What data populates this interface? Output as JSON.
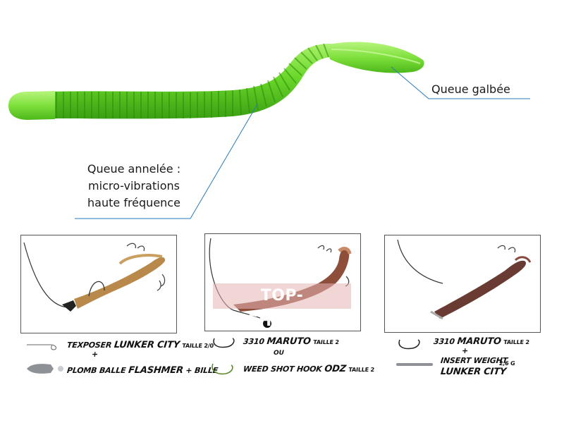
{
  "callouts": {
    "tail_shaped": "Queue galbée",
    "ringed_tail_line1": "Queue annelée :",
    "ringed_tail_line2": "micro-vibrations",
    "ringed_tail_line3": "haute fréquence"
  },
  "watermark": "TOP-FISHING.FR",
  "rigs": [
    {
      "items": [
        {
          "icon": "hook-icon",
          "text": "TEXPOSER",
          "emph": "LUNKER CITY",
          "size": "TAILLE 2/0"
        },
        {
          "text": "+"
        },
        {
          "icon": "bullet-weight-icon",
          "text": "PLOMB BALLE",
          "emph": "FLASHMER",
          "extra": "+ BILLE"
        }
      ]
    },
    {
      "items": [
        {
          "icon": "hook-icon",
          "text": "3310",
          "emph": "MARUTO",
          "size": "TAILLE 2"
        },
        {
          "text": "OU"
        },
        {
          "icon": "weedless-hook-icon",
          "text": "WEED SHOT HOOK",
          "emph": "ODZ",
          "size": "TAILLE 2"
        }
      ]
    },
    {
      "items": [
        {
          "icon": "hook-icon",
          "text": "3310",
          "emph": "MARUTO",
          "size": "TAILLE 2"
        },
        {
          "text": "+"
        },
        {
          "icon": "insert-weight-icon",
          "text": "INSERT WEIGHT",
          "weight": "2,6 G"
        },
        {
          "text": "LUNKER CITY"
        }
      ]
    }
  ],
  "colors": {
    "lure_green": "#6fdc2a",
    "lure_green_dark": "#3fae12",
    "callout_line": "#2a7ab8",
    "panel_border": "#555555"
  }
}
